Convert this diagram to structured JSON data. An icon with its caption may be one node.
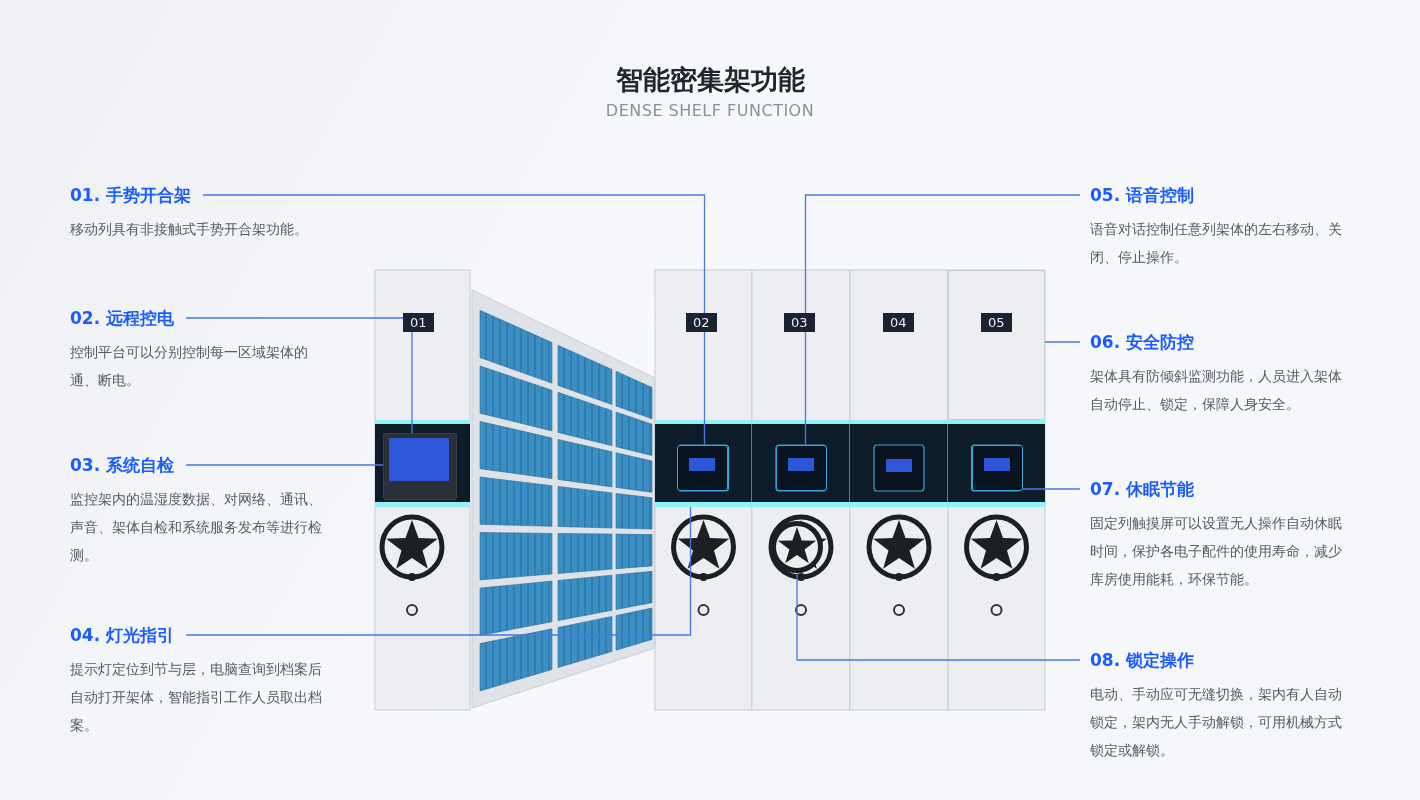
{
  "diagram": {
    "title": "智能密集架功能",
    "nodes": [
      {
        "text": [
          "01. 手势开合架",
          "移动列具有非接触式手势开合架功能。"
        ]
      },
      {
        "text": [
          "02. 远程控电",
          "控制平台可以分别控制每一区域架体的通、断电。"
        ]
      },
      {
        "text": [
          "03. 系统自检",
          "监控架内的温湿度数据、对网络、通讯、声音、架体自检和系统服务发布等进行检测。"
        ]
      },
      {
        "text": [
          "04. 灯光指引",
          "提示灯定位到节与层，电脑查询到档案后自动打开架体，智能指引工作人员取出档案。"
        ]
      },
      {
        "text": [
          "05. 语音控制",
          "语音对话控制任意列架体的左右移动、关闭、停止操作。"
        ]
      },
      {
        "text": [
          "06. 安全防控",
          "架体具有防倾斜监测功能，人员进入架体自动停止、锁定，保障人身安全。"
        ]
      },
      {
        "text": [
          "07. 休眠节能",
          "固定列触摸屏可以设置无人操作自动休眠时间，保护各电子配件的使用寿命，减少库房使用能耗，环保节能。"
        ]
      },
      {
        "text": [
          "08. 锁定操作",
          "电动、手动应可无缝切换，架内有人自动锁定，架内无人手动解锁，可用机械方式锁定或解锁。"
        ]
      },
      {
        "text": [],
        "shape": "box"
      },
      {
        "text": [],
        "shape": "bar"
      },
      {
        "text": [],
        "shape": "box"
      },
      {
        "text": [],
        "shape": "circle"
      },
      {
        "text": [],
        "shape": "box"
      },
      {
        "text": [],
        "shape": "box"
      },
      {
        "text": [],
        "shape": "box"
      }
    ],
    "edges": [
      {
        "from": 0,
        "to": 10,
        "arrow": "none"
      },
      {
        "from": 1,
        "to": 8,
        "arrow": "none"
      },
      {
        "from": 2,
        "to": 8,
        "arrow": "none"
      },
      {
        "from": 3,
        "to": 9,
        "arrow": "none"
      },
      {
        "from": 4,
        "to": 12,
        "arrow": "none"
      },
      {
        "from": 5,
        "to": 13,
        "arrow": "none"
      },
      {
        "from": 6,
        "to": 14,
        "arrow": "none"
      },
      {
        "from": 7,
        "to": 11,
        "arrow": "none"
      }
    ],
    "labels": [
      "DENSE SHELF FUNCTION",
      "01",
      "02",
      "03",
      "04",
      "05"
    ]
  }
}
